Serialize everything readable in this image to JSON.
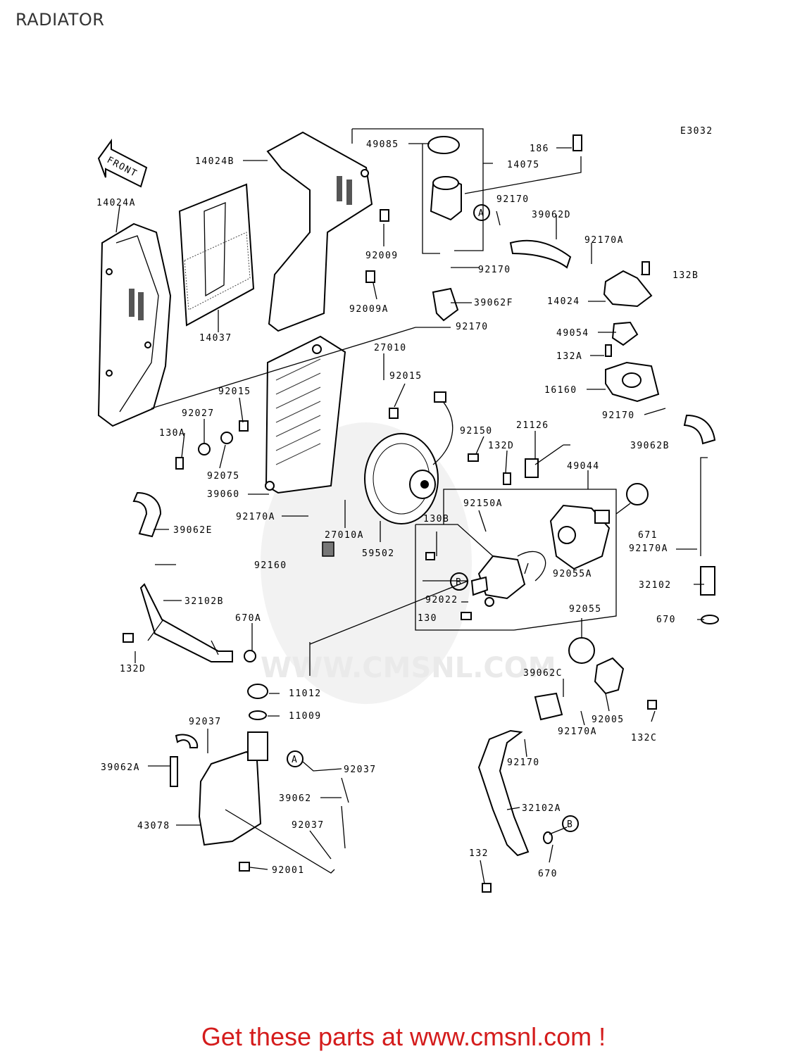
{
  "title": "RADIATOR",
  "diagram_code": "E3032",
  "watermark": "WWW.CMSNL.COM",
  "front_arrow": "FRONT",
  "footer": "Get these parts at www.cmsnl.com !",
  "ref_markers": {
    "a": "A",
    "b": "B"
  },
  "parts": [
    "14024B",
    "14024A",
    "14037",
    "92009",
    "92009A",
    "49085",
    "14075",
    "186",
    "92170",
    "39062D",
    "92170A",
    "132B",
    "14024",
    "39062F",
    "49054",
    "132A",
    "16160",
    "27010",
    "92015",
    "92027",
    "130A",
    "92075",
    "39060",
    "92170A",
    "27010A",
    "59502",
    "92150",
    "132D",
    "21126",
    "49044",
    "39062B",
    "92150A",
    "130B",
    "671",
    "92170A",
    "92055A",
    "39062E",
    "92160",
    "92022",
    "32102",
    "130",
    "670",
    "670A",
    "32102B",
    "132D",
    "92055",
    "39062C",
    "11012",
    "11009",
    "92005",
    "132C",
    "92037",
    "39062A",
    "39062",
    "92037",
    "92170",
    "43078",
    "92037",
    "32102A",
    "92001",
    "132",
    "670",
    "92015",
    "92170A",
    "92170",
    "92170",
    "92170"
  ]
}
